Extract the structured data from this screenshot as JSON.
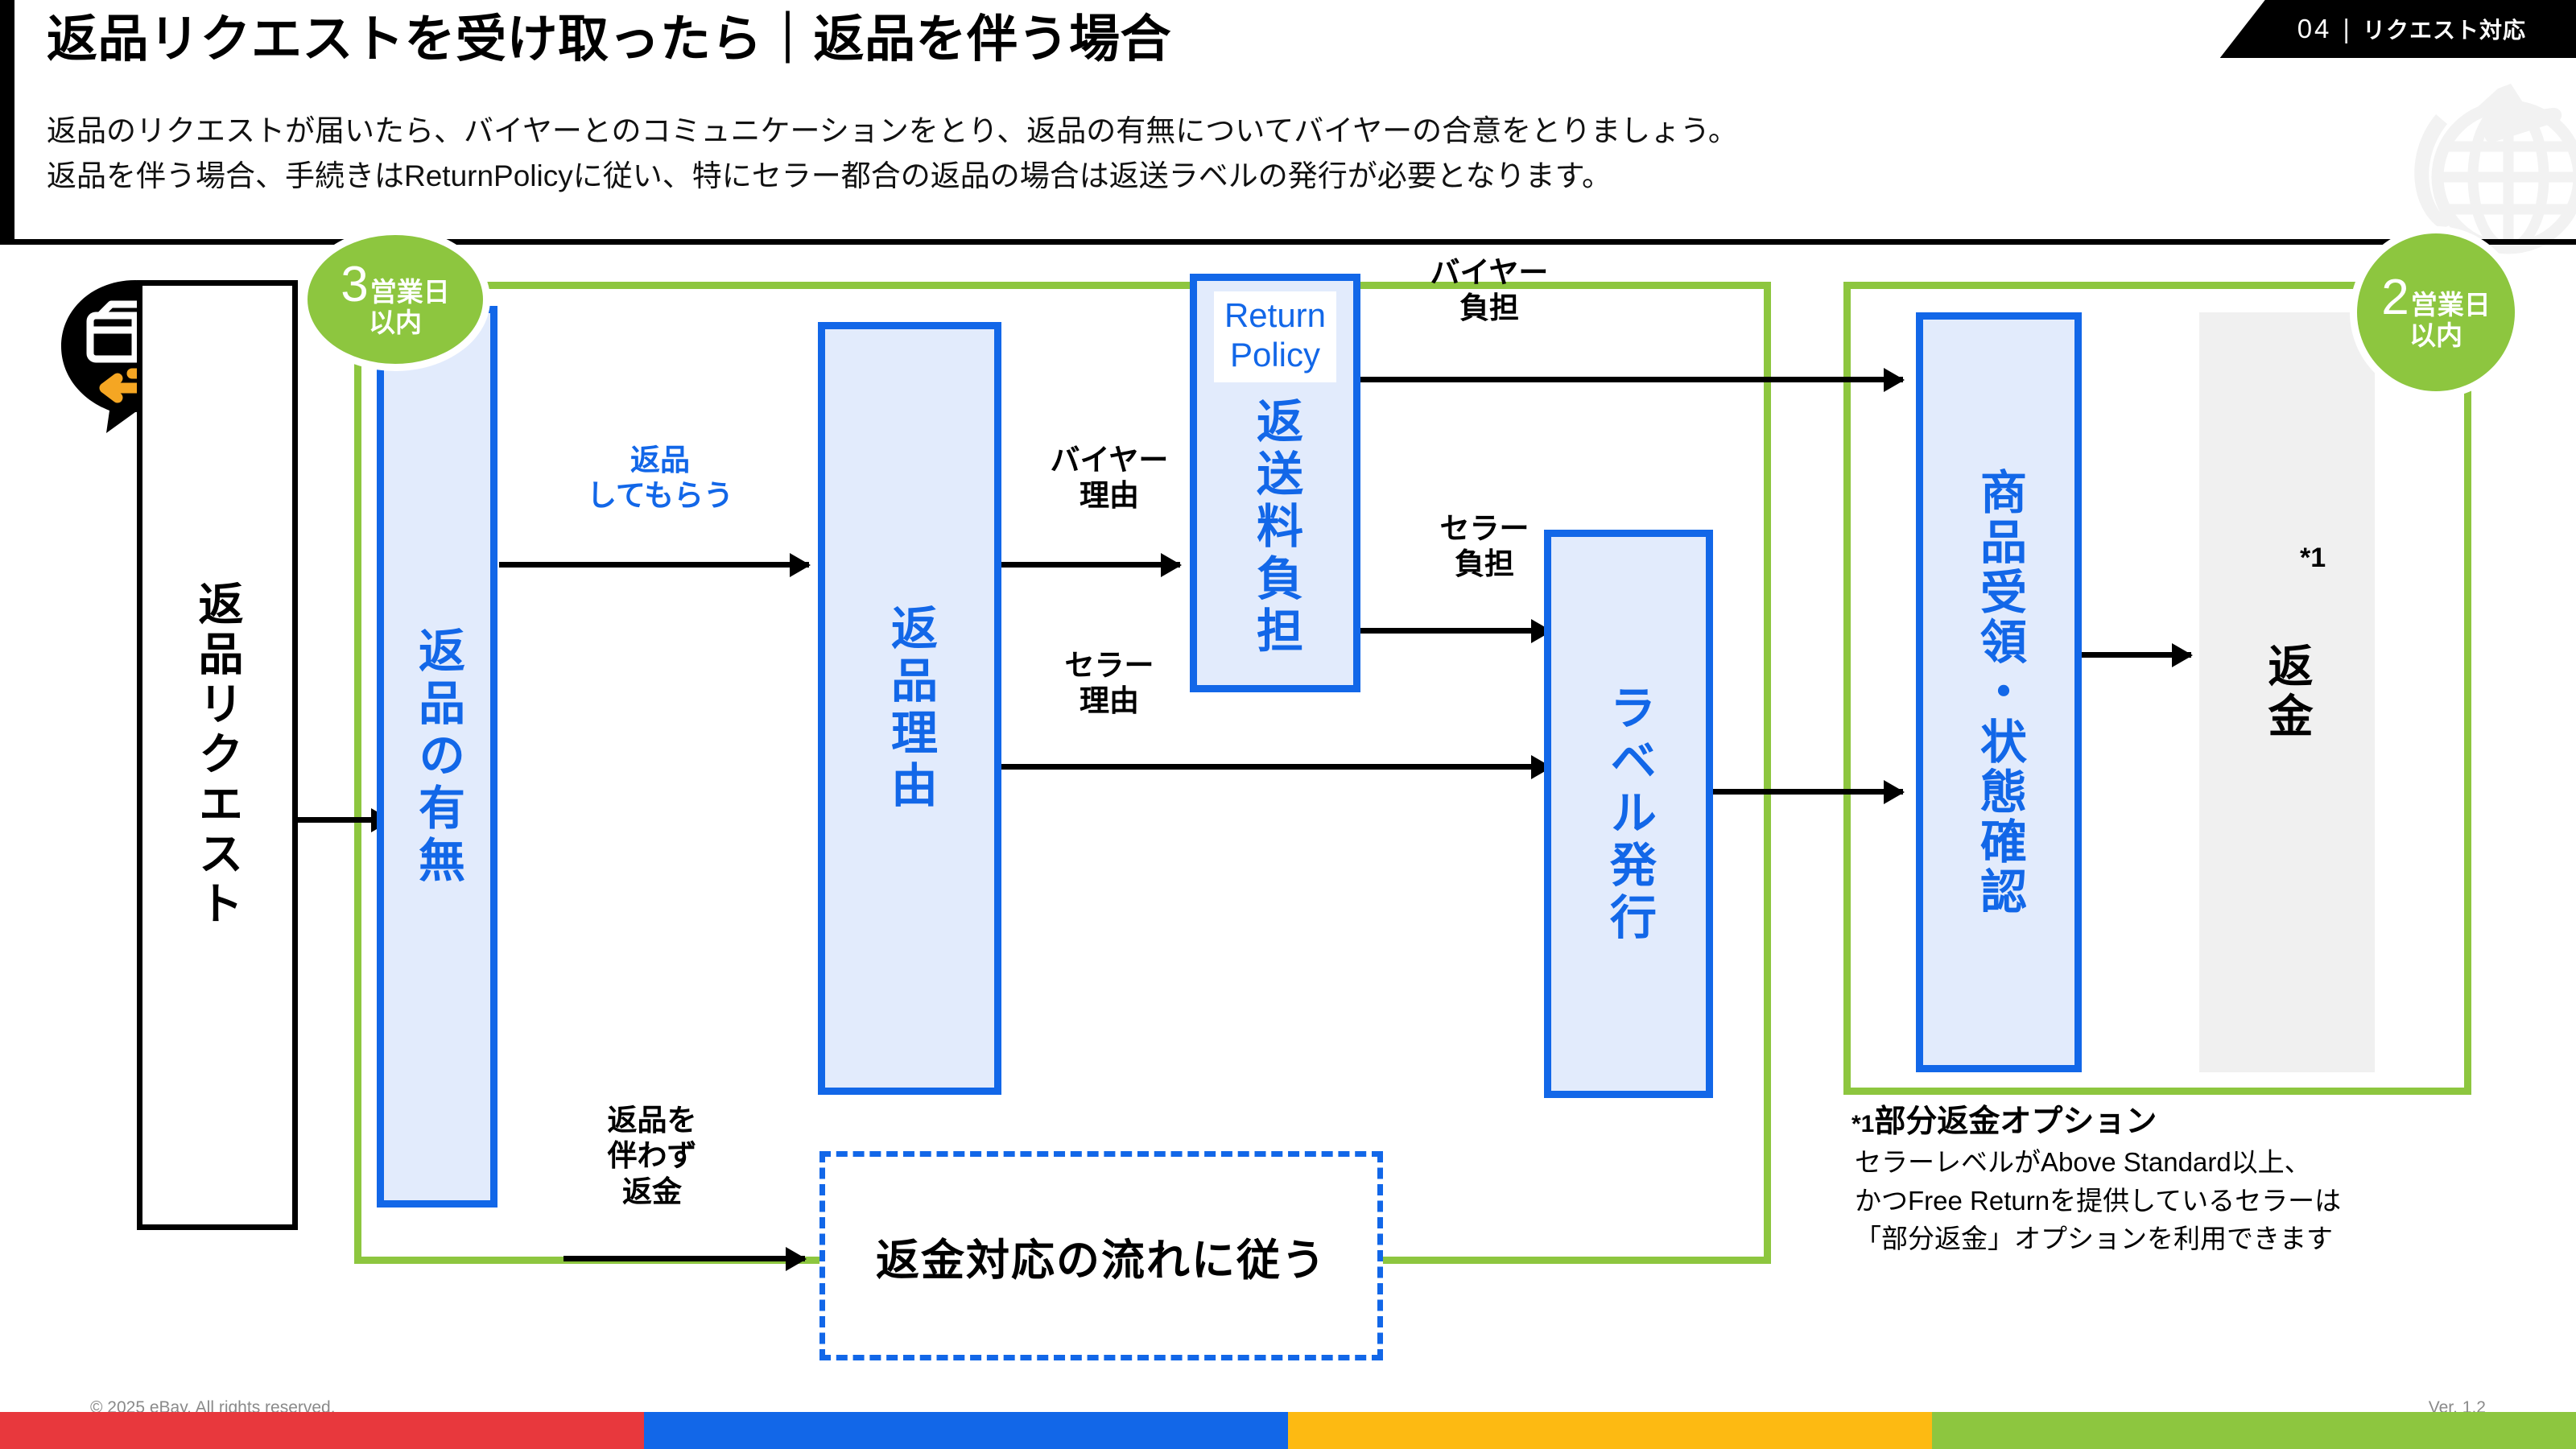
{
  "header": {
    "title": "返品リクエストを受け取ったら｜返品を伴う場合",
    "lede_line1": "返品のリクエストが届いたら、バイヤーとのコミュニケーションをとり、返品の有無についてバイヤーの合意をとりましょう。",
    "lede_line2": "返品を伴う場合、手続きはReturnPolicyに従い、特にセラー都合の返品の場合は返送ラベルの発行が必要となります。",
    "badge_number": "04",
    "badge_separator": "|",
    "badge_text": "リクエスト対応"
  },
  "colors": {
    "brand_blue": "#1267E8",
    "box_fill": "#E2EBFC",
    "brand_green": "#8DC63F",
    "gray_fill": "#F0F0F0",
    "black": "#000000",
    "footer_red": "#E8383D",
    "footer_blue": "#1267E8",
    "footer_yellow": "#FDBA12",
    "footer_green": "#8DC63F"
  },
  "flow": {
    "start_node": {
      "label": "返品リクエスト"
    },
    "icon": {
      "name": "return-package-bubble-icon"
    },
    "badges": [
      {
        "id": "badge-3-days",
        "number": "3",
        "unit": "営業日",
        "suffix": "以内"
      },
      {
        "id": "badge-2-days",
        "number": "2",
        "unit": "営業日",
        "suffix": "以内"
      }
    ],
    "nodes": [
      {
        "id": "node-return-decision",
        "label": "返品の有無"
      },
      {
        "id": "node-return-reason",
        "label": "返品理由"
      },
      {
        "id": "node-return-shipping-cost",
        "label": "返送料負担",
        "chip": "Return\nPolicy"
      },
      {
        "id": "node-label-issue",
        "label": "ラベル発行"
      },
      {
        "id": "node-receive-check",
        "label": "商品受領・状態確認"
      },
      {
        "id": "node-refund",
        "label": "返金",
        "footnote_mark": "*1"
      },
      {
        "id": "node-refund-flow-dashed",
        "label": "返金対応の流れに従う"
      }
    ],
    "edge_labels": [
      {
        "id": "edge-return-yes",
        "text": "返品\nしてもらう"
      },
      {
        "id": "edge-buyer-reason",
        "text": "バイヤー\n理由"
      },
      {
        "id": "edge-seller-reason",
        "text": "セラー\n理由"
      },
      {
        "id": "edge-buyer-pays",
        "text": "バイヤー\n負担"
      },
      {
        "id": "edge-seller-pays",
        "text": "セラー\n負担"
      },
      {
        "id": "edge-refund-only",
        "text": "返品を\n伴わず\n返金"
      }
    ]
  },
  "footnote": {
    "mark": "*1",
    "title": "部分返金オプション",
    "body": "セラーレベルがAbove Standard以上、\nかつFree Returnを提供しているセラーは\n「部分返金」オプションを利用できます"
  },
  "footer": {
    "copyright": "© 2025 eBay. All rights reserved.",
    "version": "Ver. 1.2"
  }
}
